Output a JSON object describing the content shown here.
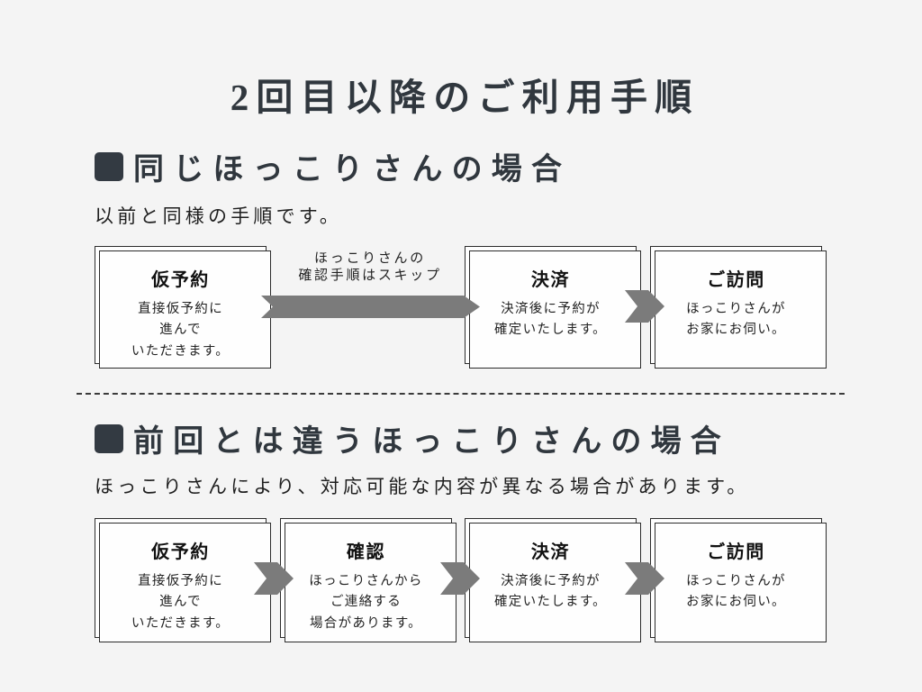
{
  "page": {
    "title": "2回目以降のご利用手順"
  },
  "colors": {
    "background": "#f4f4f4",
    "heading": "#30373e",
    "bullet_square": "#333a42",
    "text": "#1f1f1f",
    "box_fill": "#fefefe",
    "box_border": "#2b2b2b",
    "arrow": "#7b7b7b",
    "divider": "#3b3b3b"
  },
  "sections": [
    {
      "heading": "同じほっこりさんの場合",
      "subheading": "以前と同様の手順です。",
      "skip_label": "ほっこりさんの\n確認手順はスキップ",
      "steps": [
        {
          "title": "仮予約",
          "body": "直接仮予約に\n進んで\nいただきます。"
        },
        {
          "title": "決済",
          "body": "決済後に予約が\n確定いたします。"
        },
        {
          "title": "ご訪問",
          "body": "ほっこりさんが\nお家にお伺い。"
        }
      ]
    },
    {
      "heading": "前回とは違うほっこりさんの場合",
      "subheading": "ほっこりさんにより、対応可能な内容が異なる場合があります。",
      "steps": [
        {
          "title": "仮予約",
          "body": "直接仮予約に\n進んで\nいただきます。"
        },
        {
          "title": "確認",
          "body": "ほっこりさんから\nご連絡する\n場合があります。"
        },
        {
          "title": "決済",
          "body": "決済後に予約が\n確定いたします。"
        },
        {
          "title": "ご訪問",
          "body": "ほっこりさんが\nお家にお伺い。"
        }
      ]
    }
  ]
}
